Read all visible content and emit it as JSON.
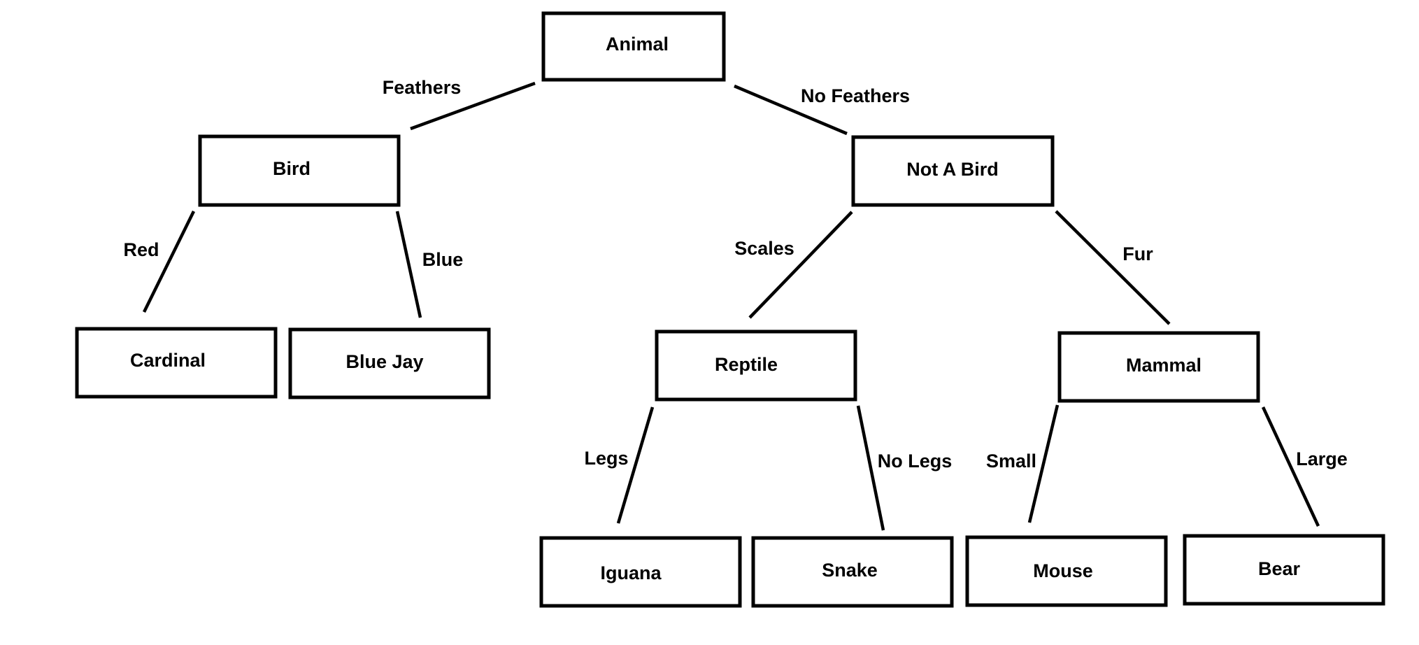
{
  "colors": {
    "background": "#ffffff",
    "stroke": "#000000",
    "text": "#000000"
  },
  "nodes": {
    "animal": "Animal",
    "bird": "Bird",
    "not_a_bird": "Not A Bird",
    "cardinal": "Cardinal",
    "blue_jay": "Blue Jay",
    "reptile": "Reptile",
    "mammal": "Mammal",
    "iguana": "Iguana",
    "snake": "Snake",
    "mouse": "Mouse",
    "bear": "Bear"
  },
  "edges": {
    "feathers": "Feathers",
    "no_feathers": "No Feathers",
    "red": "Red",
    "blue": "Blue",
    "scales": "Scales",
    "fur": "Fur",
    "legs": "Legs",
    "no_legs": "No Legs",
    "small": "Small",
    "large": "Large"
  }
}
